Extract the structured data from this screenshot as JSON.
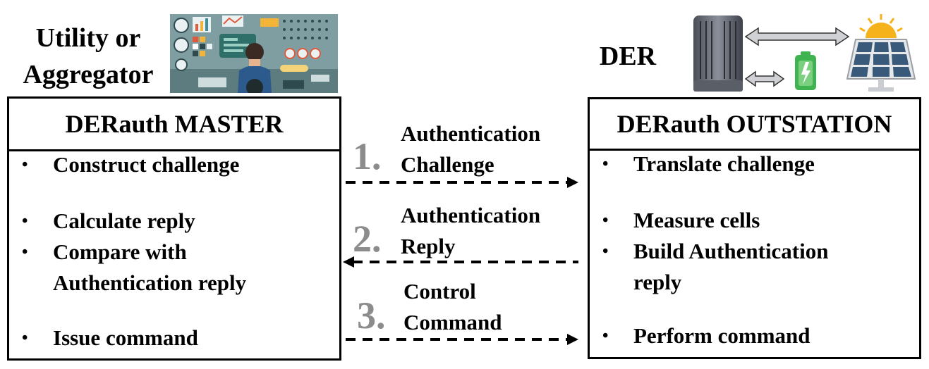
{
  "left": {
    "heading": [
      "Utility or",
      "Aggregator"
    ],
    "title": "DERauth MASTER",
    "items": [
      "Construct challenge",
      "Calculate reply",
      "Compare with",
      "Authentication reply",
      "Issue command"
    ],
    "bullet": "•"
  },
  "right": {
    "heading": "DER",
    "title": "DERauth OUTSTATION",
    "items": [
      "Translate challenge",
      "Measure cells",
      "Build Authentication",
      "reply",
      "Perform command"
    ],
    "bullet": "•"
  },
  "steps": [
    {
      "num": "1.",
      "label1": "Authentication",
      "label2": "Challenge",
      "direction": "right"
    },
    {
      "num": "2.",
      "label1": "Authentication",
      "label2": "Reply",
      "direction": "left"
    },
    {
      "num": "3.",
      "label1": "Control",
      "label2": "Command",
      "direction": "right"
    }
  ]
}
